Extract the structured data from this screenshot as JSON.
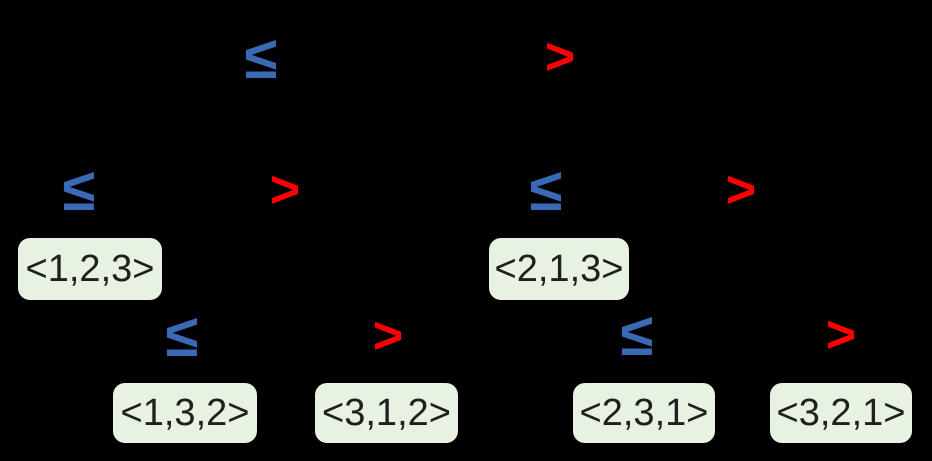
{
  "tree": {
    "type": "decision-tree",
    "background_color": "#000000",
    "colors": {
      "le_label": "#3A6AB5",
      "gt_label": "#FE0000",
      "leaf_fill": "#E8F2E2",
      "leaf_text": "#1F1F1F"
    },
    "edge_labels": [
      {
        "position": "root-left",
        "symbol": "≤"
      },
      {
        "position": "root-right",
        "symbol": ">"
      },
      {
        "position": "left-node-left",
        "symbol": "≤"
      },
      {
        "position": "left-node-right",
        "symbol": ">"
      },
      {
        "position": "right-node-left",
        "symbol": "≤"
      },
      {
        "position": "right-node-right",
        "symbol": ">"
      },
      {
        "position": "left-grandchild-left",
        "symbol": "≤"
      },
      {
        "position": "left-grandchild-right",
        "symbol": ">"
      },
      {
        "position": "right-grandchild-left",
        "symbol": "≤"
      },
      {
        "position": "right-grandchild-right",
        "symbol": ">"
      }
    ],
    "leaves": [
      {
        "id": "leaf-123",
        "label": "<1,2,3>"
      },
      {
        "id": "leaf-213",
        "label": "<2,1,3>"
      },
      {
        "id": "leaf-132",
        "label": "<1,3,2>"
      },
      {
        "id": "leaf-312",
        "label": "<3,1,2>"
      },
      {
        "id": "leaf-231",
        "label": "<2,3,1>"
      },
      {
        "id": "leaf-321",
        "label": "<3,2,1>"
      }
    ]
  }
}
